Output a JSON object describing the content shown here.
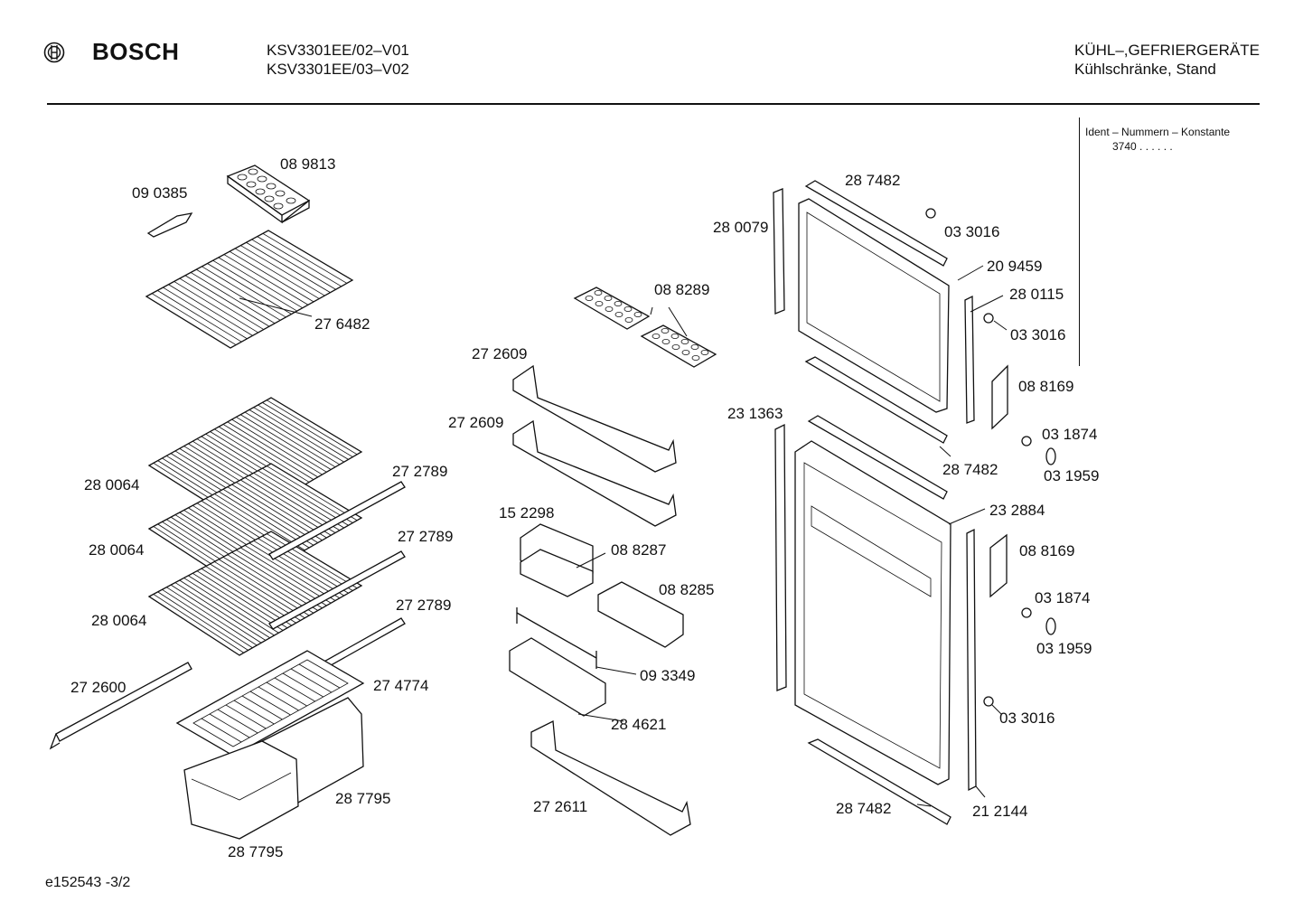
{
  "header": {
    "brand": "BOSCH",
    "model_line1": "KSV3301EE/02–V01",
    "model_line2": "KSV3301EE/03–V02",
    "category_line1": "KÜHL–,GEFRIERGERÄTE",
    "category_line2": "Kühlschränke, Stand",
    "logo_icon": "bosch-armature-icon"
  },
  "ident": {
    "title": "Ident – Nummern – Konstante",
    "value": "3740  .  .    .  .  .  ."
  },
  "footer": {
    "code": "e152543   -3/2"
  },
  "labels": {
    "p089813": "08 9813",
    "p090385": "09 0385",
    "p276482": "27 6482",
    "p280064a": "28 0064",
    "p280064b": "28 0064",
    "p280064c": "28 0064",
    "p272789a": "27 2789",
    "p272789b": "27 2789",
    "p272789c": "27 2789",
    "p272600": "27 2600",
    "p274774": "27 4774",
    "p287795a": "28 7795",
    "p287795b": "28 7795",
    "p088289": "08 8289",
    "p272609a": "27 2609",
    "p272609b": "27 2609",
    "p152298": "15 2298",
    "p088287": "08 8287",
    "p088285": "08 8285",
    "p093349": "09 3349",
    "p284621": "28 4621",
    "p272611": "27 2611",
    "p287482a": "28 7482",
    "p280079": "28 0079",
    "p033016a": "03 3016",
    "p209459": "20 9459",
    "p280115": "28 0115",
    "p033016b": "03 3016",
    "p088169a": "08 8169",
    "p231363": "23 1363",
    "p031874a": "03 1874",
    "p031959a": "03 1959",
    "p287482b": "28 7482",
    "p232884": "23 2884",
    "p088169b": "08 8169",
    "p031874b": "03 1874",
    "p031959b": "03 1959",
    "p033016c": "03 3016",
    "p287482c": "28 7482",
    "p212144": "21 2144"
  }
}
